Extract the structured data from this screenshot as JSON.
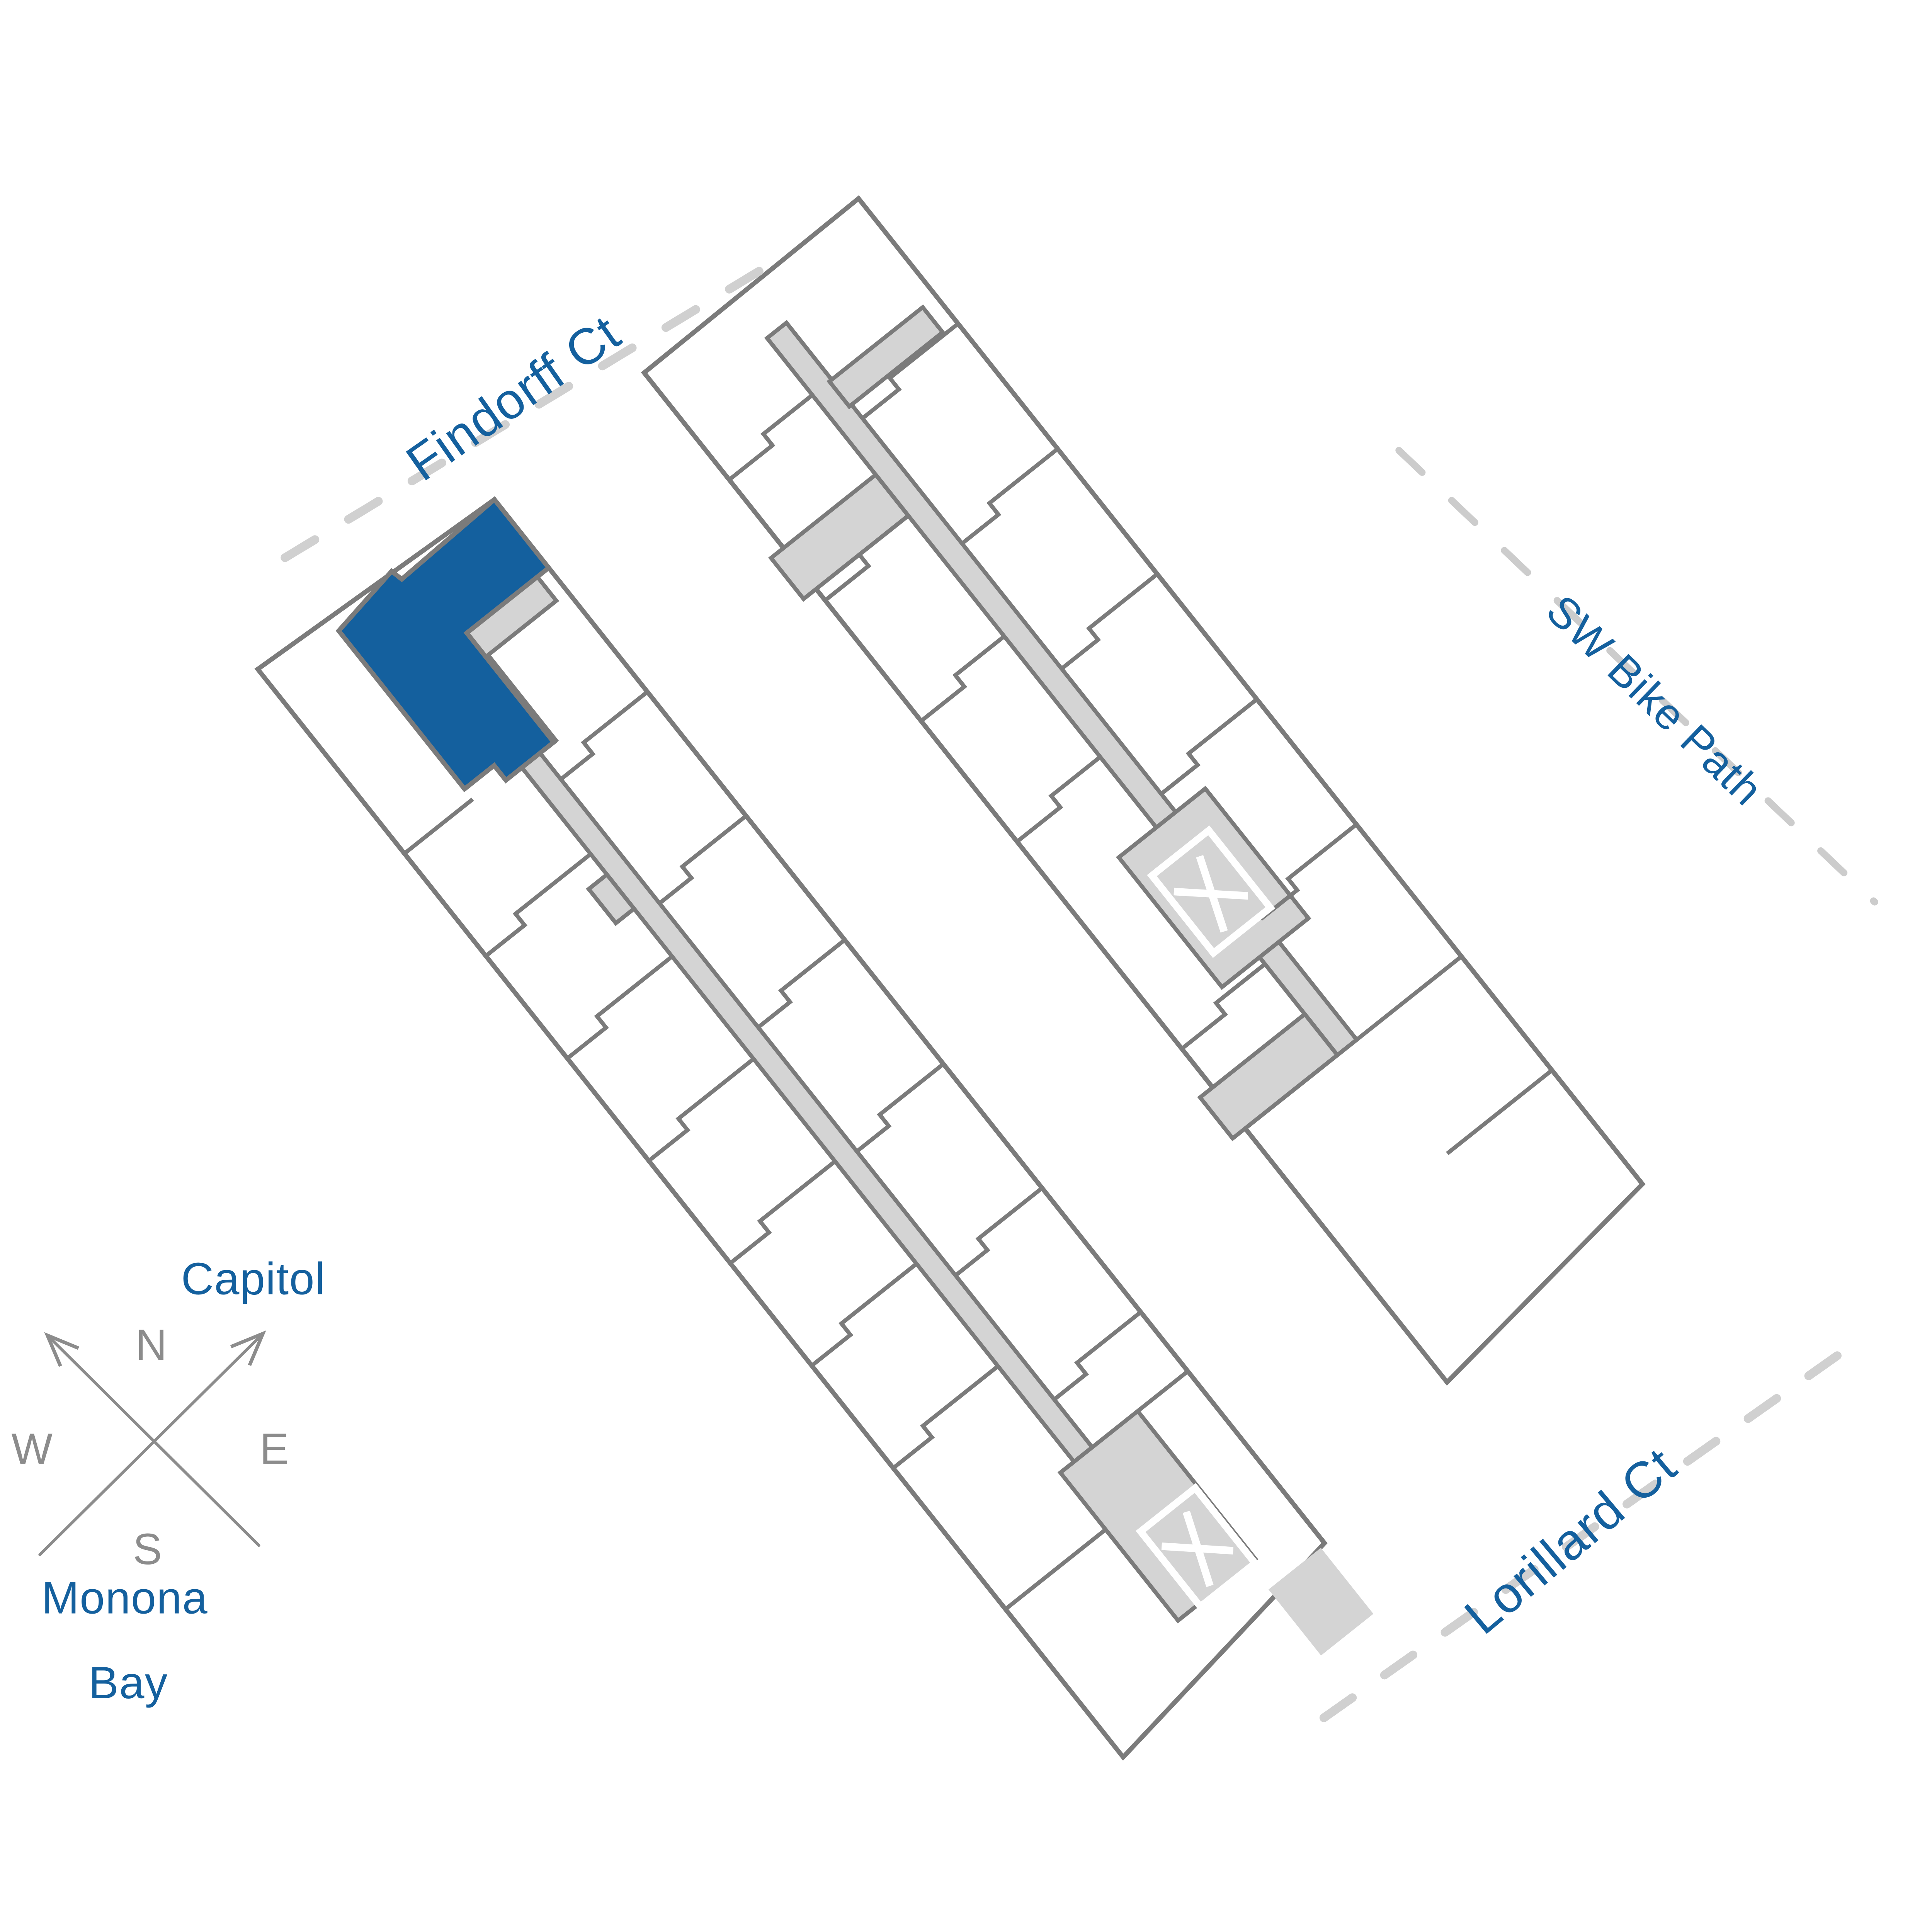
{
  "map": {
    "type": "residential-site-plan",
    "streets": {
      "findorff": {
        "label": "Findorff Ct"
      },
      "bike_path": {
        "label": "SW Bike Path"
      },
      "lorillard": {
        "label": "Lorillard Ct"
      }
    },
    "landmarks": {
      "capitol": {
        "label": "Capitol"
      },
      "monona_bay": {
        "line1": "Monona",
        "line2": "Bay"
      }
    },
    "compass": {
      "n": "N",
      "e": "E",
      "s": "S",
      "w": "W"
    },
    "buildings": {
      "west": {
        "highlighted_units": 1,
        "stairwells": 1
      },
      "east": {
        "highlighted_units": 0,
        "stairwells": 1
      }
    }
  },
  "icons": {
    "stairwell": "x-box-icon",
    "compass": "crossed-arrows-icon"
  },
  "colors": {
    "unit_highlight_blue": "#14609E",
    "label_blue": "#14609E",
    "wall_gray": "#7B7B7B",
    "corridor_gray": "#D4D4D4",
    "street_dash_gray": "#D0D0D0",
    "compass_gray": "#8C8C8C",
    "background": "#FFFFFF"
  }
}
